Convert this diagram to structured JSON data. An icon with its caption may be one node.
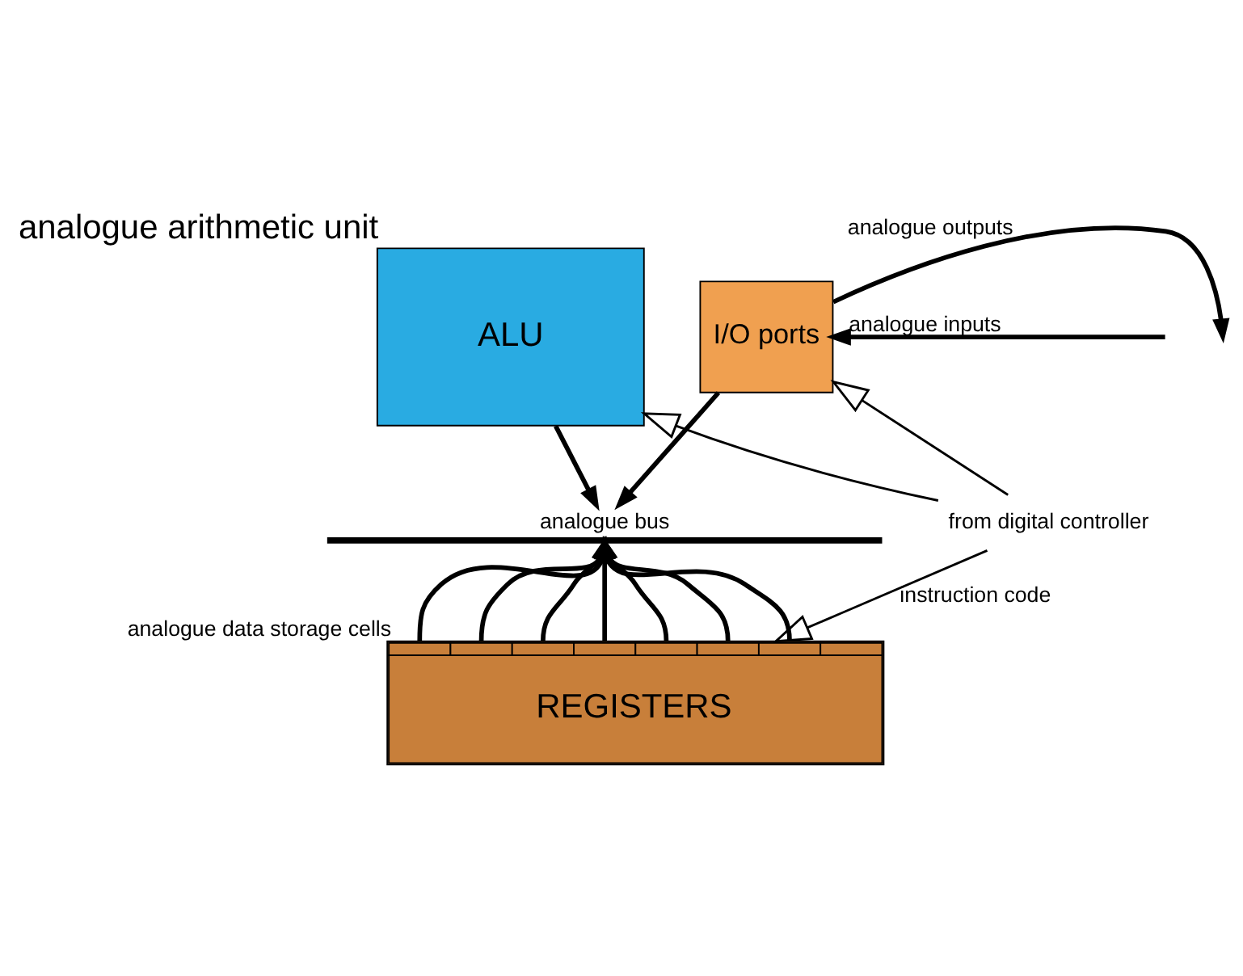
{
  "diagram": {
    "nodes": [
      {
        "text": [
          "ALU"
        ],
        "beside": [
          "analogue arithmetic unit"
        ]
      },
      {
        "text": [
          "I/O ports"
        ]
      },
      {
        "text": [
          "analogue bus"
        ]
      },
      {
        "text": [
          "REGISTERS"
        ],
        "beside": [
          "analogue data storage cells"
        ]
      },
      {
        "text": [
          "from digital controller"
        ]
      }
    ],
    "edges": [
      {
        "from": 1,
        "to": null,
        "arrow": "to",
        "label": "analogue outputs"
      },
      {
        "from": null,
        "to": 1,
        "arrow": "to",
        "label": "analogue inputs"
      },
      {
        "from": 0,
        "to": 2,
        "arrow": "to"
      },
      {
        "from": 1,
        "to": 2,
        "arrow": "to"
      },
      {
        "from": 3,
        "to": 2,
        "arrow": "to"
      },
      {
        "from": 3,
        "to": 2,
        "arrow": "to"
      },
      {
        "from": 3,
        "to": 2,
        "arrow": "to"
      },
      {
        "from": 3,
        "to": 2,
        "arrow": "to"
      },
      {
        "from": 3,
        "to": 2,
        "arrow": "to"
      },
      {
        "from": 3,
        "to": 2,
        "arrow": "to"
      },
      {
        "from": 3,
        "to": 2,
        "arrow": "to"
      },
      {
        "from": 4,
        "to": 1,
        "arrow": "to"
      },
      {
        "from": 4,
        "to": 0,
        "arrow": "to"
      },
      {
        "from": 4,
        "to": 3,
        "arrow": "to",
        "label": "instruction code"
      }
    ]
  }
}
